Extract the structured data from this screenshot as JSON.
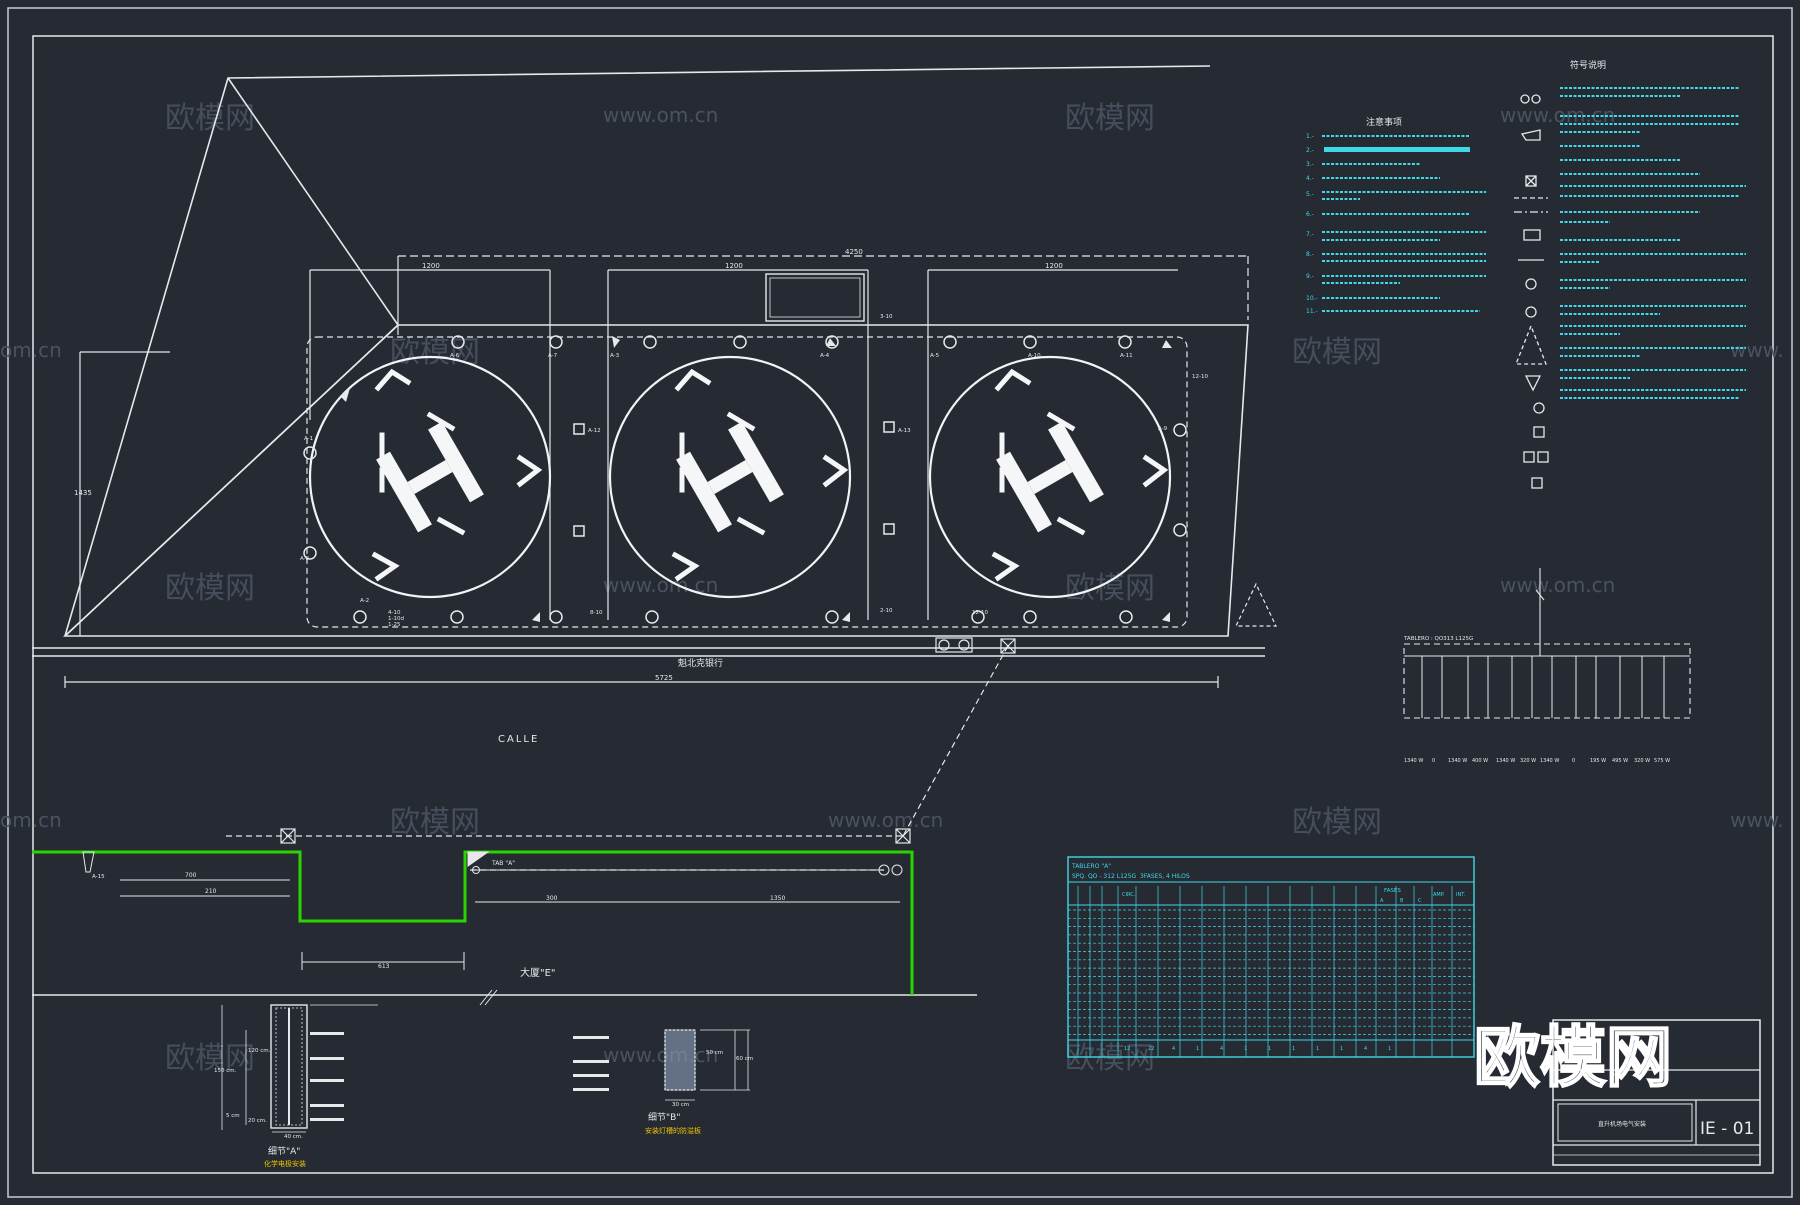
{
  "watermarks": {
    "brand": "欧模网",
    "url": "www.om.cn",
    "url_partial": "om.cn",
    "url_partial_right": "www."
  },
  "notes": {
    "title": "注意事项",
    "items": [
      "1.-",
      "2.-",
      "3.-",
      "4.-",
      "5.-",
      "6.-",
      "7.-",
      "8.-",
      "9.-",
      "10.-",
      "11.-"
    ]
  },
  "legend": {
    "title": "符号说明"
  },
  "plan": {
    "street_label": "魁北克银行",
    "calle_label": "CALLE",
    "dim_overall": "5725",
    "dim_left_height": "1435",
    "dim_bay": "1200",
    "dim_top": "4250",
    "building_e": "大厦\"E\"",
    "dim_a": "700",
    "dim_b": "210",
    "dim_c": "300",
    "dim_d": "1350",
    "dim_e": "613",
    "tab_a": "TAB \"A\""
  },
  "helipad": {
    "letter": "H"
  },
  "circuit_labels": [
    "A-1",
    "A-2",
    "A-3",
    "A-4",
    "A-5",
    "A-6",
    "A-7",
    "A-8",
    "A-9",
    "A-10",
    "A-11",
    "A-12",
    "A-13",
    "A-15"
  ],
  "circuit_text": [
    "4-10",
    "1-10d",
    "1-25",
    "8-10",
    "12-10",
    "2-10",
    "3-10",
    "12-10"
  ],
  "tablero": {
    "label": "TABLERO : QO313 L125G",
    "title_a": "TABLERO \"A\"",
    "sub_a": "SPQ. QO - 312 L125G",
    "phases": "3FASES, 4 HILOS",
    "fases": "FASES",
    "headers": [
      "CIRC.",
      "A",
      "B",
      "C",
      "AMP.",
      "INT."
    ],
    "loads": [
      "1340 W",
      "0",
      "1340 W",
      "400 W",
      "1340 W",
      "320 W",
      "1340 W",
      "0",
      "195 W",
      "495 W",
      "320 W",
      "575 W"
    ],
    "totals": [
      "12",
      "22",
      "4",
      "1",
      "4",
      "1",
      "1",
      "1",
      "1",
      "1",
      "4",
      "1"
    ]
  },
  "details": {
    "detail_a_title": "细节\"A\"",
    "detail_a_sub": "化学电极安装",
    "detail_b_title": "细节\"B\"",
    "detail_b_sub": "安装灯槽的防溢板",
    "dim_120": "120 cm.",
    "dim_150": "150 cm.",
    "dim_20": "20 cm.",
    "dim_5": "5 cm",
    "dim_40": "40 cm.",
    "dim_30": "30 cm",
    "dim_50": "50 cm",
    "dim_60": "60 cm"
  },
  "title_block": {
    "sheet": "IE - 01",
    "desc": "直升机场电气安装",
    "logo": "欧模网"
  },
  "colors": {
    "background": "#252a33",
    "lines": "#e6e8ea",
    "cyan": "#3fd8e6",
    "green": "#2bd400"
  }
}
